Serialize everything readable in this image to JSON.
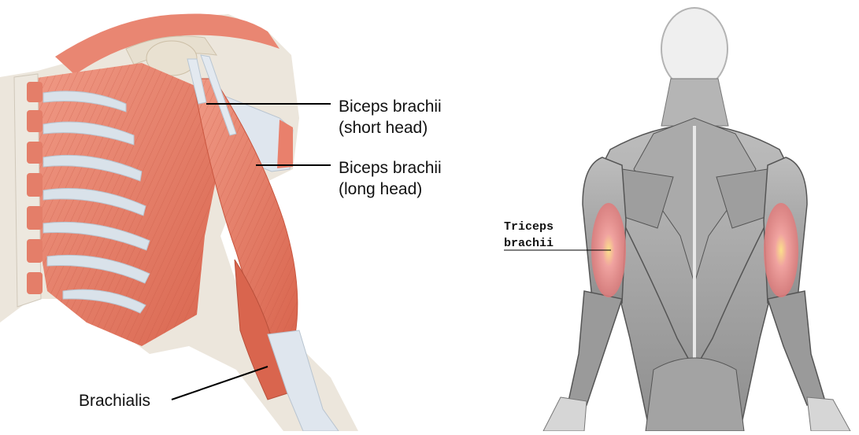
{
  "left_figure": {
    "labels": {
      "biceps_short_line1": "Biceps brachii",
      "biceps_short_line2": "(short head)",
      "biceps_long_line1": "Biceps brachii",
      "biceps_long_line2": "(long head)",
      "brachialis": "Brachialis"
    },
    "colors": {
      "muscle": "#e9806c",
      "muscle_dark": "#c9563f",
      "tendon": "#dfe6ee",
      "bone": "#e6ddcc",
      "skin": "#eba08c"
    }
  },
  "right_figure": {
    "labels": {
      "triceps_line1": "Triceps",
      "triceps_line2": "brachii"
    },
    "colors": {
      "body": "#9c9c9c",
      "body_dark": "#5a5a5a",
      "highlight": "#e58a8a",
      "highlight_core": "#f4d35a"
    }
  }
}
